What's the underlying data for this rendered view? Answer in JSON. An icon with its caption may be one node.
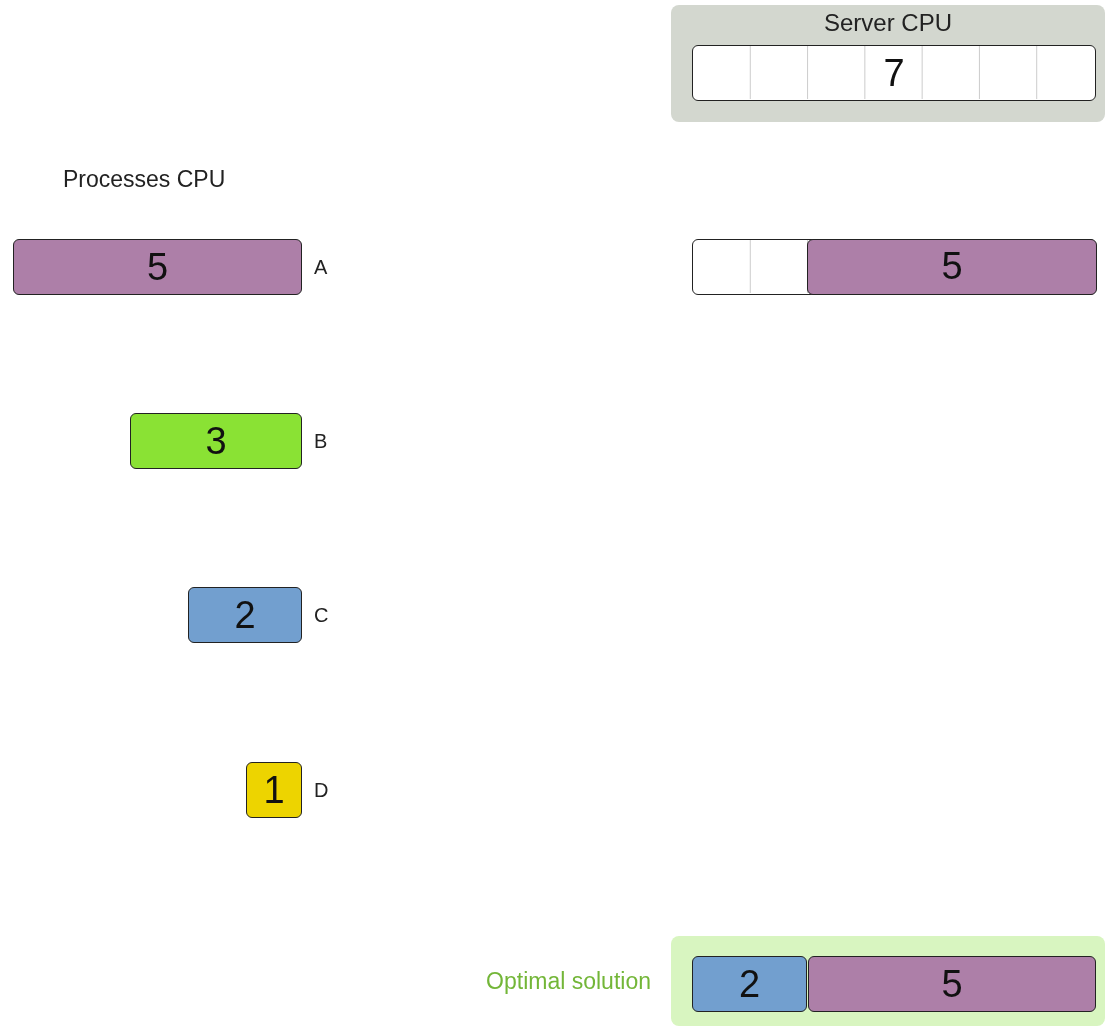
{
  "diagram": {
    "nodes": [
      {
        "text": [
          "Server CPU"
        ]
      },
      {
        "text": [
          "7"
        ],
        "in": 0
      },
      {
        "text": [
          "5"
        ],
        "beside": [
          "A"
        ]
      },
      {
        "text": [
          "3"
        ],
        "beside": [
          "B"
        ]
      },
      {
        "text": [
          "2"
        ],
        "beside": [
          "C"
        ]
      },
      {
        "text": [
          "1"
        ],
        "beside": [
          "D"
        ]
      },
      {
        "text": [],
        "shape": "bar"
      },
      {
        "text": [
          "5"
        ],
        "in": 6
      },
      {
        "text": [],
        "shape": "box",
        "beside": [
          "Optimal solution"
        ]
      },
      {
        "text": [
          "2"
        ],
        "in": 8
      },
      {
        "text": [
          "5"
        ],
        "in": 8
      }
    ],
    "edges": [],
    "labels": [
      "Processes CPU"
    ]
  }
}
